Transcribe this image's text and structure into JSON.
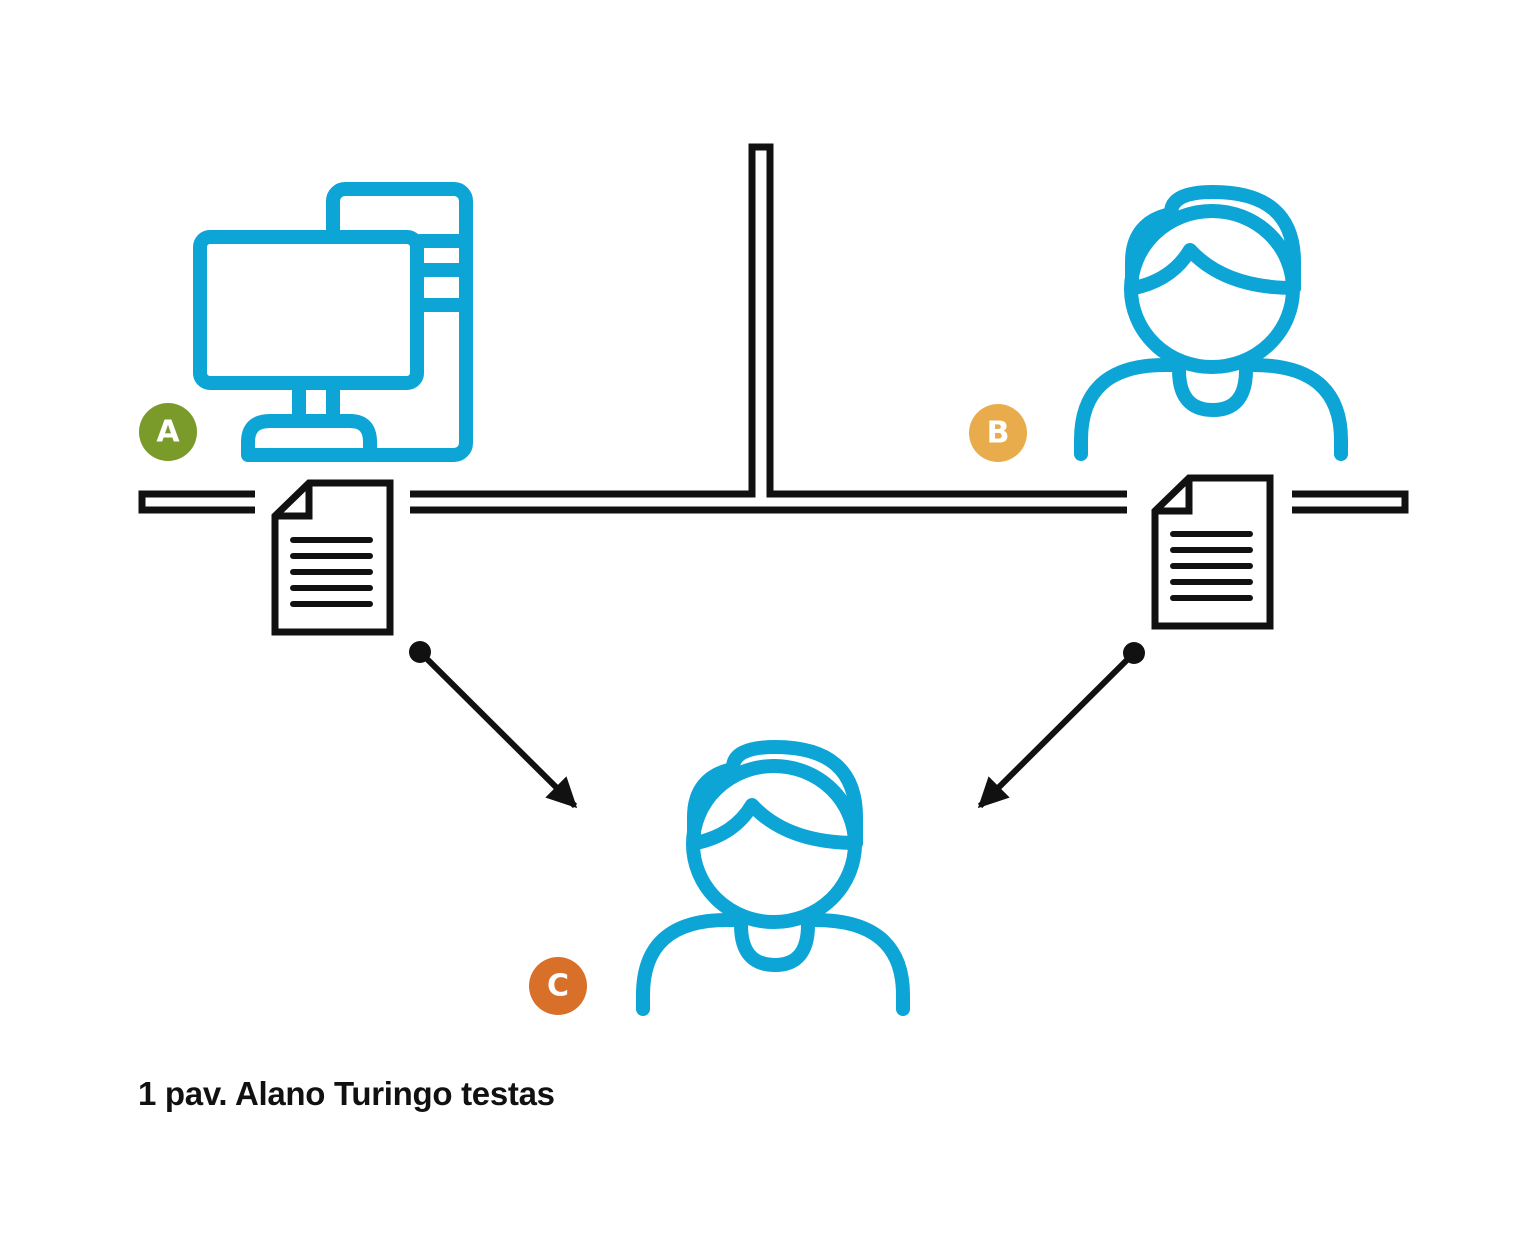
{
  "caption": "1 pav. Alano Turingo testas",
  "participants": [
    {
      "label": "A",
      "role": "computer",
      "color": "#7a9a2a"
    },
    {
      "label": "B",
      "role": "human",
      "color": "#e9ac4c"
    },
    {
      "label": "C",
      "role": "interrogator",
      "color": "#d9702a"
    }
  ],
  "colors": {
    "icon": "#0ca5d6",
    "line": "#111111"
  },
  "icons": [
    "computer-icon",
    "person-icon",
    "document-icon",
    "arrow-icon"
  ]
}
